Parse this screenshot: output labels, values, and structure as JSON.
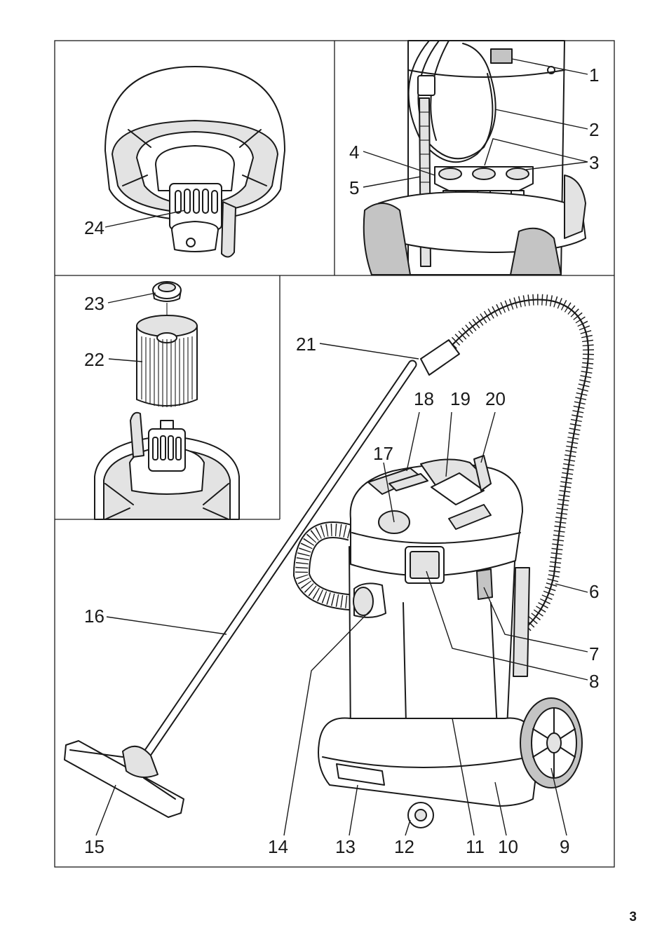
{
  "page": {
    "number": "3"
  },
  "callouts": {
    "c1": "1",
    "c2": "2",
    "c3": "3",
    "c4": "4",
    "c5": "5",
    "c6": "6",
    "c7": "7",
    "c8": "8",
    "c9": "9",
    "c10": "10",
    "c11": "11",
    "c12": "12",
    "c13": "13",
    "c14": "14",
    "c15": "15",
    "c16": "16",
    "c17": "17",
    "c18": "18",
    "c19": "19",
    "c20": "20",
    "c21": "21",
    "c22": "22",
    "c23": "23",
    "c24": "24"
  },
  "colors": {
    "line": "#1a1a1a",
    "fill_light": "#e3e3e3",
    "fill_mid": "#c4c4c4",
    "paper": "#ffffff"
  }
}
